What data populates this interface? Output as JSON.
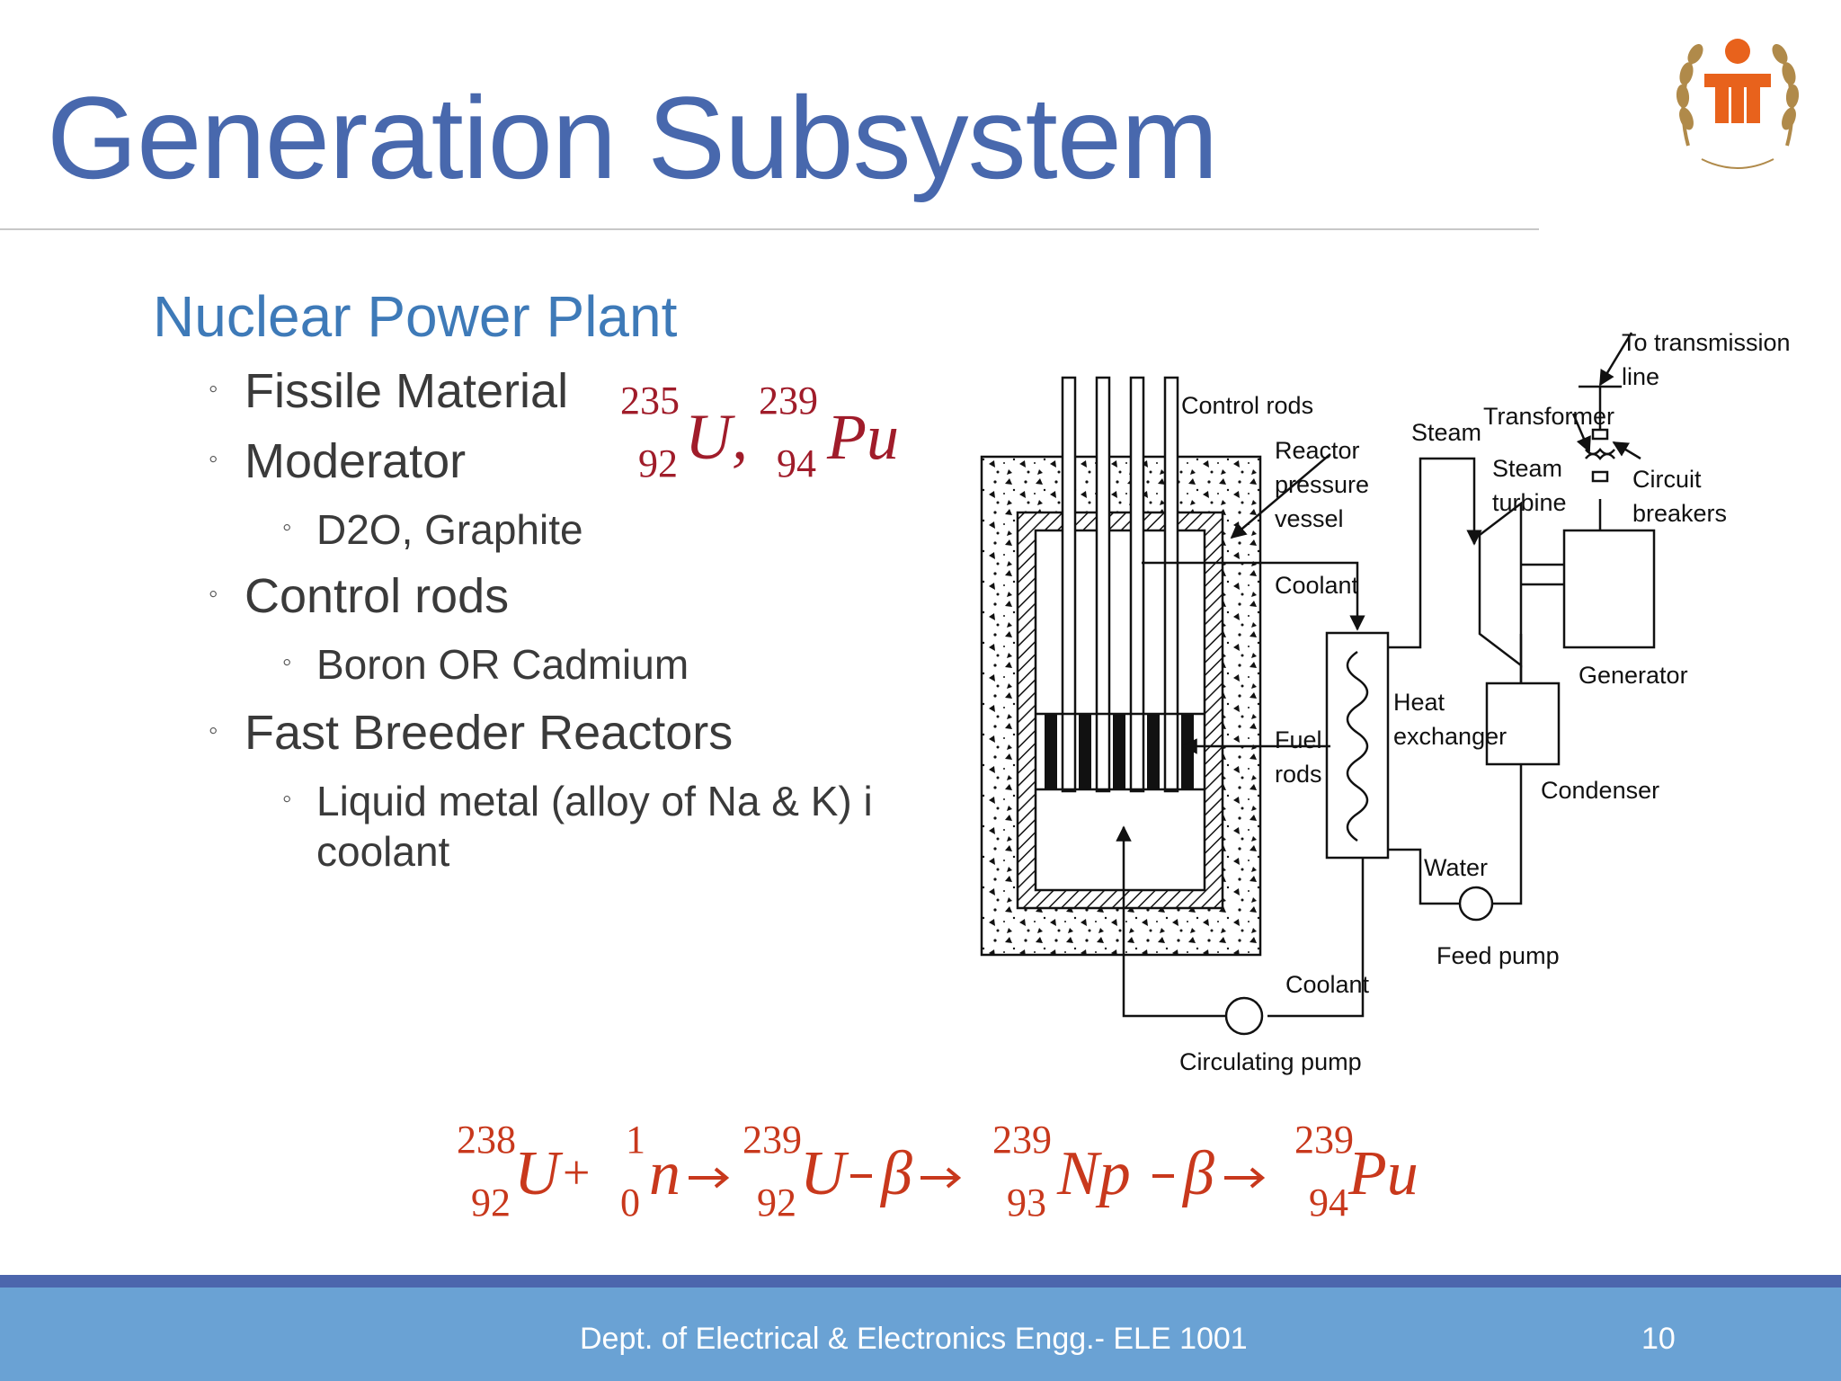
{
  "slide": {
    "title": "Generation Subsystem",
    "subtitle": "Nuclear Power Plant",
    "bullets": [
      {
        "text": "Fissile Material"
      },
      {
        "text": "Moderator",
        "sub": [
          "D2O, Graphite"
        ]
      },
      {
        "text": "Control rods",
        "sub": [
          "Boron OR Cadmium"
        ]
      },
      {
        "text": "Fast Breeder Reactors",
        "sub_lines": [
          "Liquid metal (alloy of Na & K) i",
          "coolant"
        ]
      }
    ],
    "formula_fissile": {
      "u_mass": "235",
      "u_atomic": "92",
      "u_symbol": "U,",
      "pu_mass": "239",
      "pu_atomic": "94",
      "pu_symbol": "Pu"
    },
    "breeding_reaction": {
      "u238_mass": "238",
      "u238_atomic": "92",
      "u238_symbol": "U",
      "plus": "+",
      "n_mass": "1",
      "n_atomic": "0",
      "n_symbol": "n",
      "u239_mass": "239",
      "u239_atomic": "92",
      "u239_symbol": "U",
      "minus_beta": "β",
      "np_mass": "239",
      "np_atomic": "93",
      "np_symbol": "Np",
      "pu_mass": "239",
      "pu_atomic": "94",
      "pu_symbol": "Pu"
    },
    "diagram_labels": {
      "control_rods": "Control rods",
      "reactor": "Reactor",
      "pressure": "pressure",
      "vessel": "vessel",
      "coolant_top": "Coolant",
      "fuel": "Fuel",
      "rods": "rods",
      "heat": "Heat",
      "exchanger": "exchanger",
      "steam": "Steam",
      "steam_turbine_1": "Steam",
      "steam_turbine_2": "turbine",
      "transformer": "Transformer",
      "to_transmission": "To transmission",
      "line": "line",
      "circuit": "Circuit",
      "breakers": "breakers",
      "generator": "Generator",
      "condenser": "Condenser",
      "water": "Water",
      "feed_pump": "Feed pump",
      "coolant_bottom": "Coolant",
      "circulating_pump": "Circulating pump"
    },
    "footer": {
      "text": "Dept. of Electrical & Electronics Engg.- ELE 1001",
      "page": "10"
    },
    "colors": {
      "title": "#4868ad",
      "subtitle": "#3e7ab8",
      "formula": "#a01c2a",
      "reaction": "#c8381c",
      "footer": "#6aa2d4",
      "footer_bar": "#4c66ad",
      "logo": "#e8621c"
    }
  }
}
